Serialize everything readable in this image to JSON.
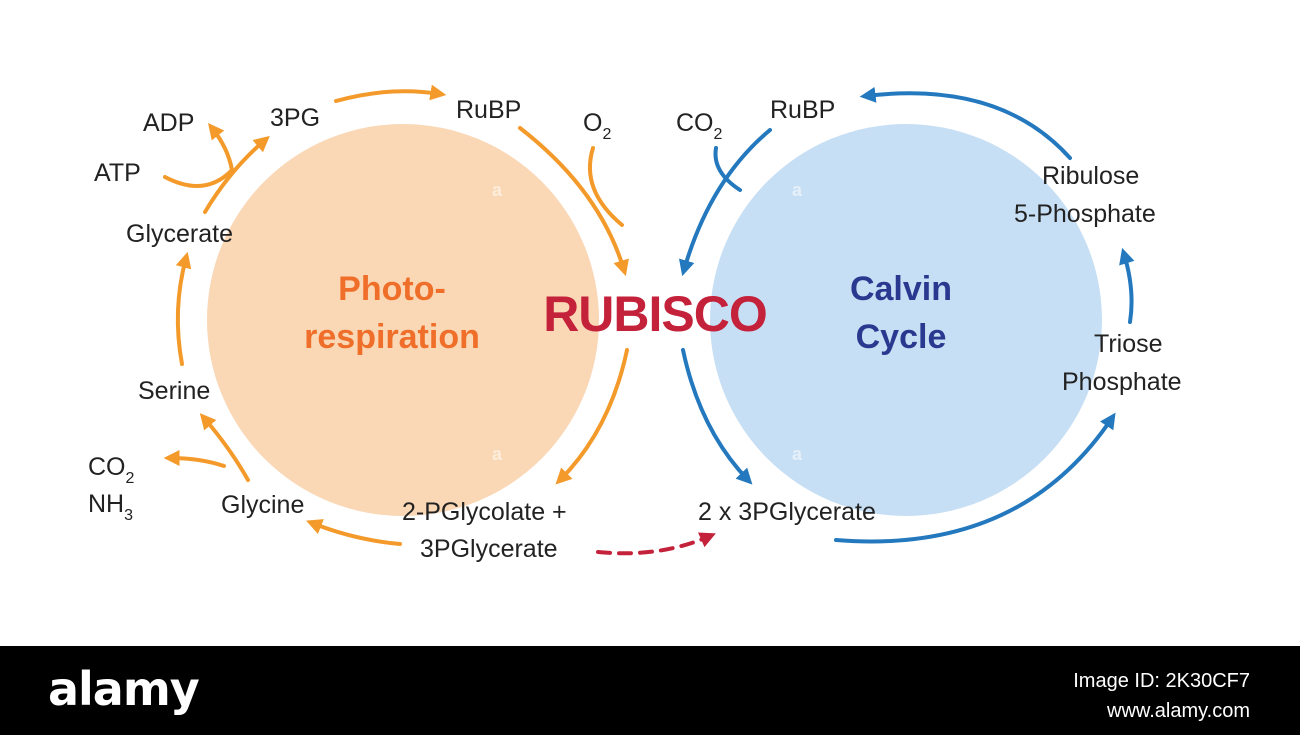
{
  "colors": {
    "orange": "#f39a2a",
    "blue": "#2479be",
    "red": "#c4213a",
    "orange_circle": "#fad7b5",
    "blue_circle": "#c7dff4",
    "photo_text": "#ef6f2a",
    "calvin_text": "#2a3990"
  },
  "center": {
    "rubisco": "RUBISCO",
    "photo_line1": "Photo-",
    "photo_line2": "respiration",
    "calvin_line1": "Calvin",
    "calvin_line2": "Cycle"
  },
  "photorespiration": {
    "rubp": "RuBP",
    "o2": "O",
    "o2_sub": "2",
    "pg3": "3PG",
    "adp": "ADP",
    "atp": "ATP",
    "glycerate": "Glycerate",
    "serine": "Serine",
    "co2": "CO",
    "co2_sub": "2",
    "nh3": "NH",
    "nh3_sub": "3",
    "glycine": "Glycine",
    "pglycolate": "2-PGlycolate +",
    "pglycerate": "3PGlycerate"
  },
  "calvin": {
    "co2": "CO",
    "co2_sub": "2",
    "rubp": "RuBP",
    "ribulose1": "Ribulose",
    "ribulose2": "5-Phosphate",
    "triose1": "Triose",
    "triose2": "Phosphate",
    "pglycerate2": "2 x 3PGlycerate"
  },
  "watermark": "a",
  "footer": {
    "logo": "alamy",
    "image_id": "Image ID: 2K30CF7",
    "site": "www.alamy.com"
  }
}
